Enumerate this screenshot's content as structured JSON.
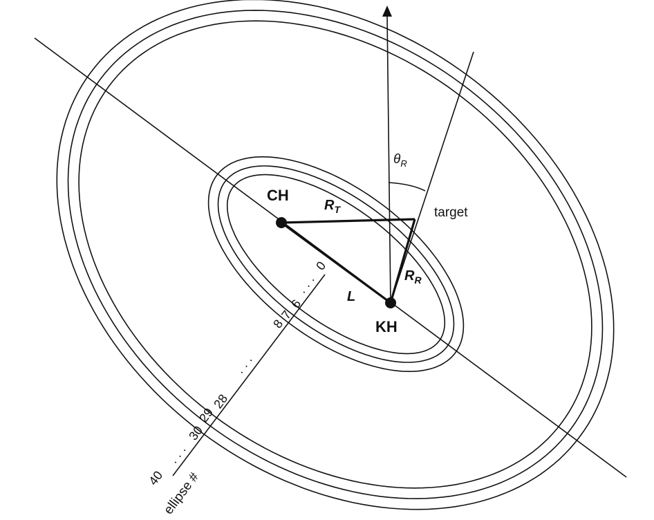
{
  "points": {
    "ch": "CH",
    "kh": "KH",
    "target": "target"
  },
  "segments": {
    "rt": "R",
    "rt_sub": "T",
    "rr": "R",
    "rr_sub": "R",
    "l": "L"
  },
  "angle": {
    "symbol": "θ",
    "sub": "R"
  },
  "axis": {
    "label": "ellipse #",
    "ticks": [
      "0",
      "6",
      "7",
      "8",
      "28",
      "29",
      "30",
      "40"
    ],
    "ellipsis": "· · ·"
  }
}
